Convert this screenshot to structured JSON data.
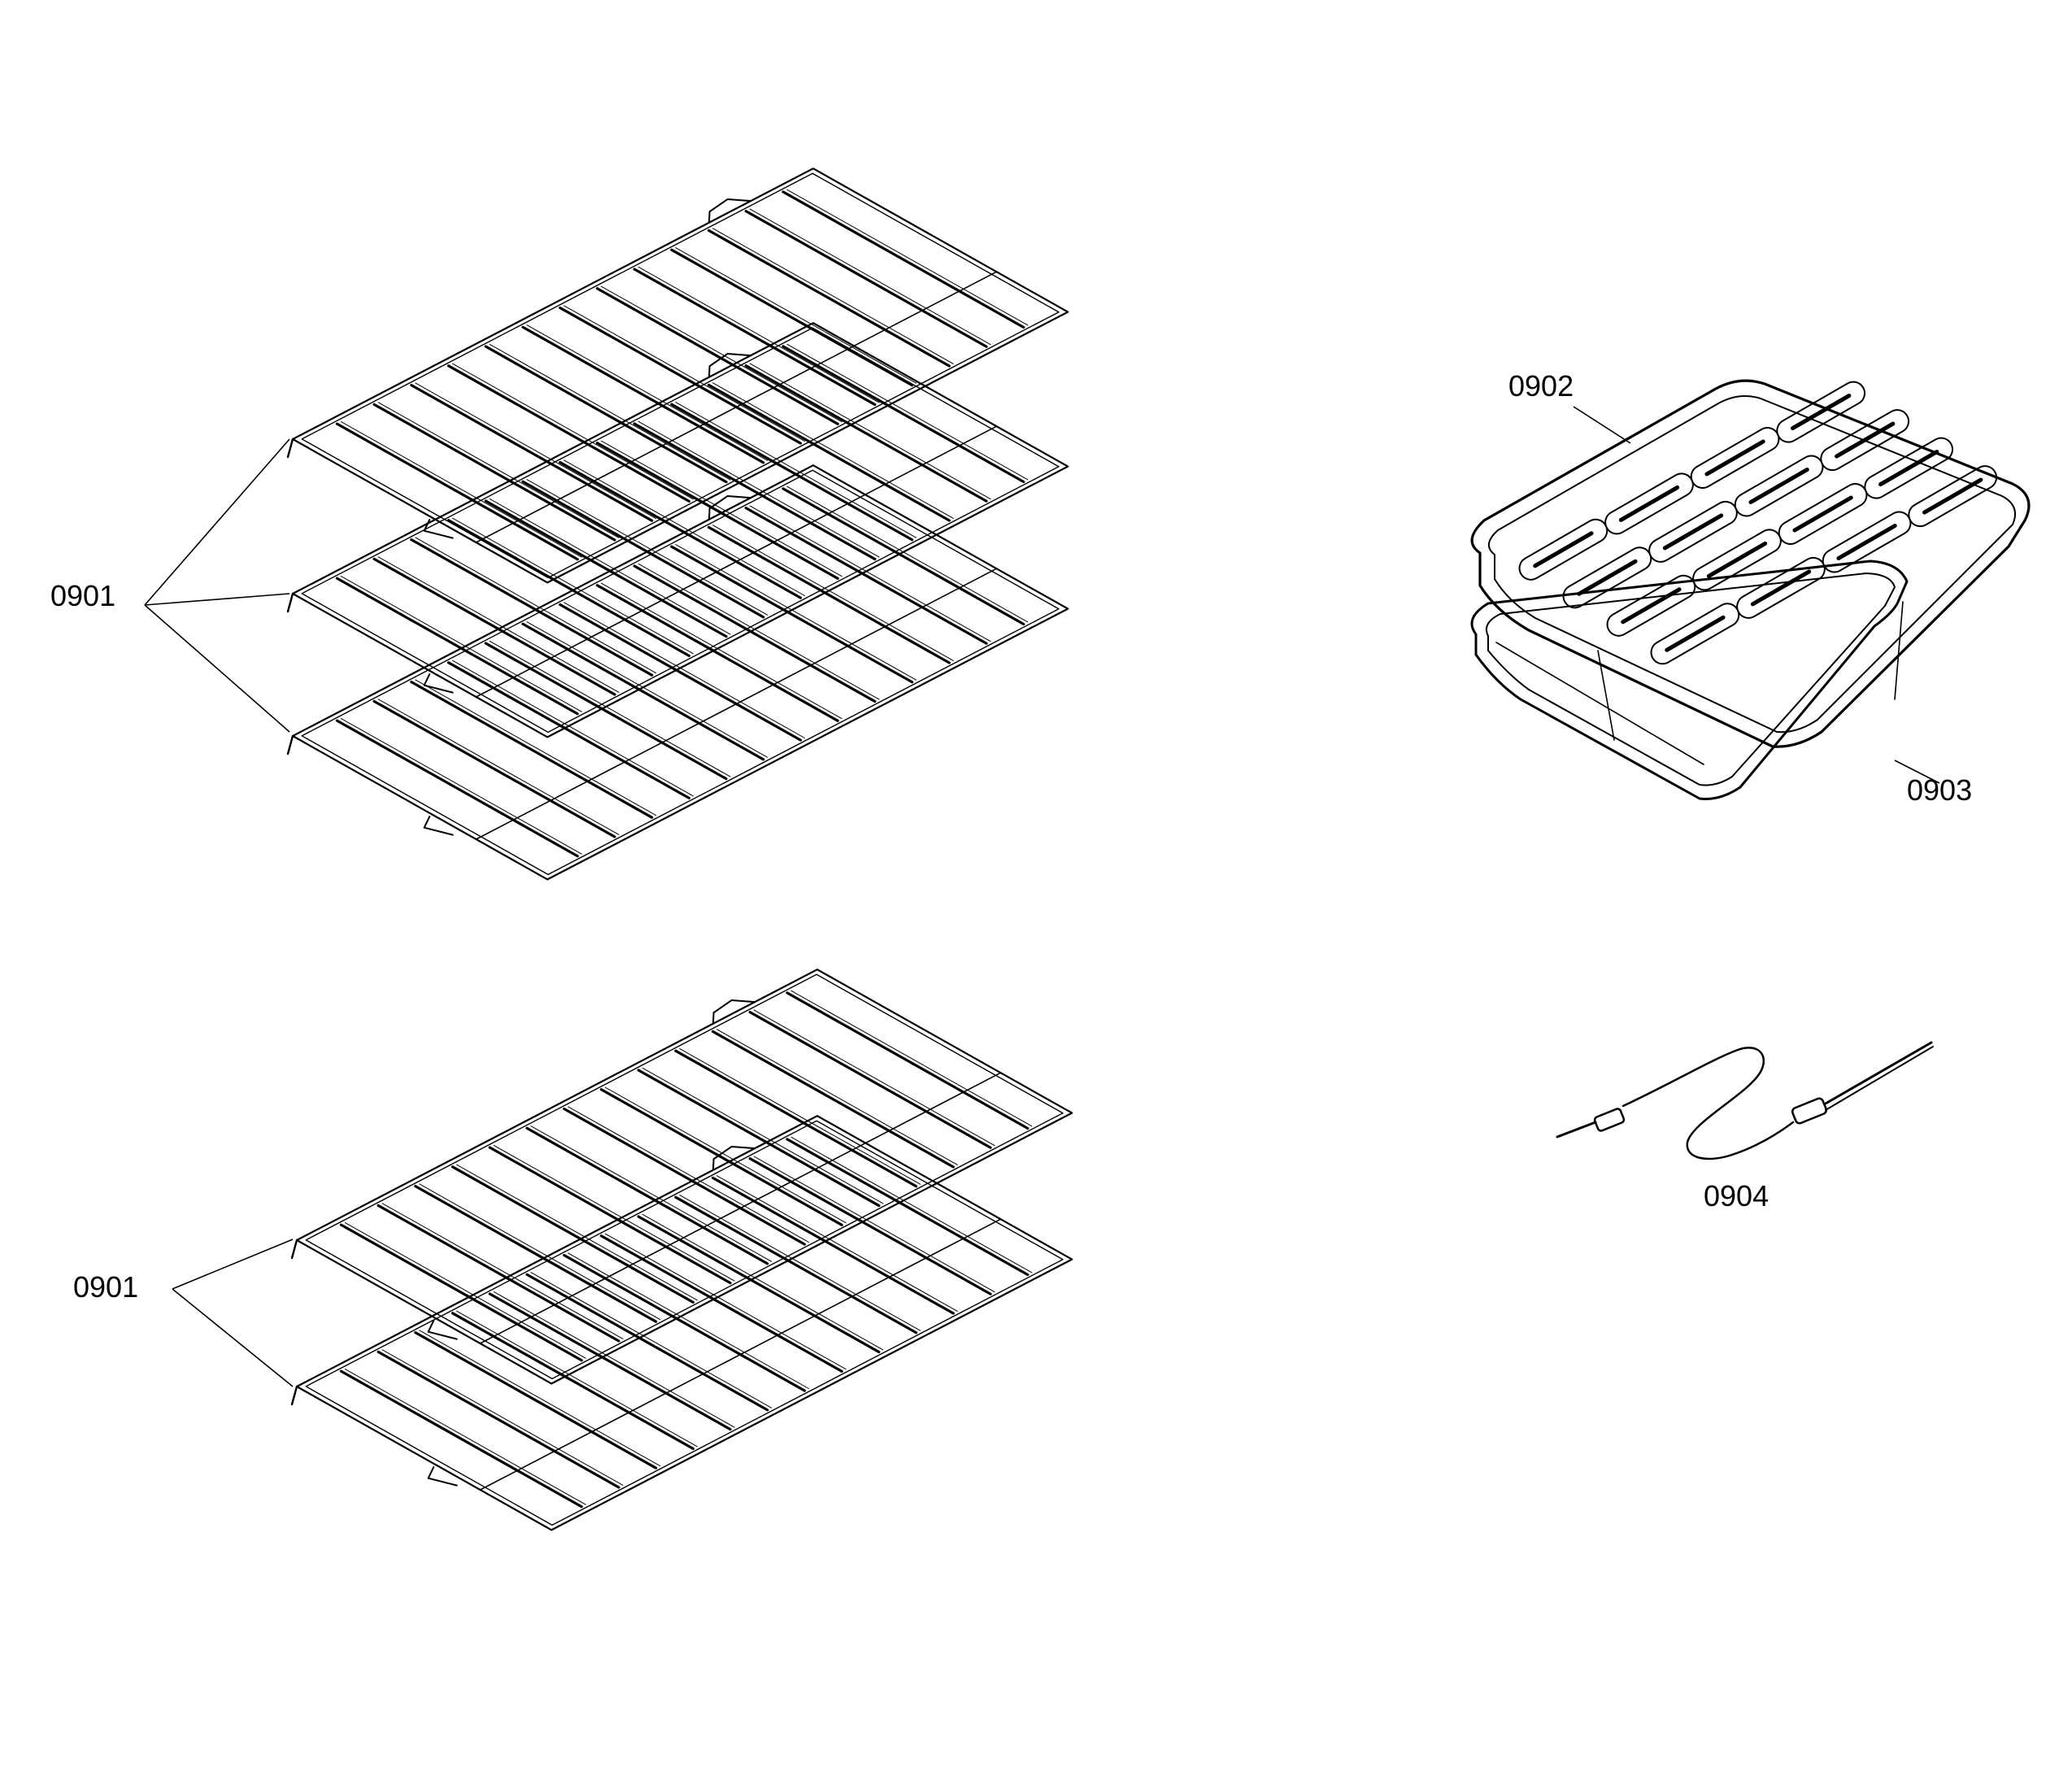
{
  "callouts": {
    "racks_upper": "0901",
    "racks_lower": "0901",
    "broiler_grid": "0902",
    "broiler_pan": "0903",
    "meat_probe": "0904"
  }
}
